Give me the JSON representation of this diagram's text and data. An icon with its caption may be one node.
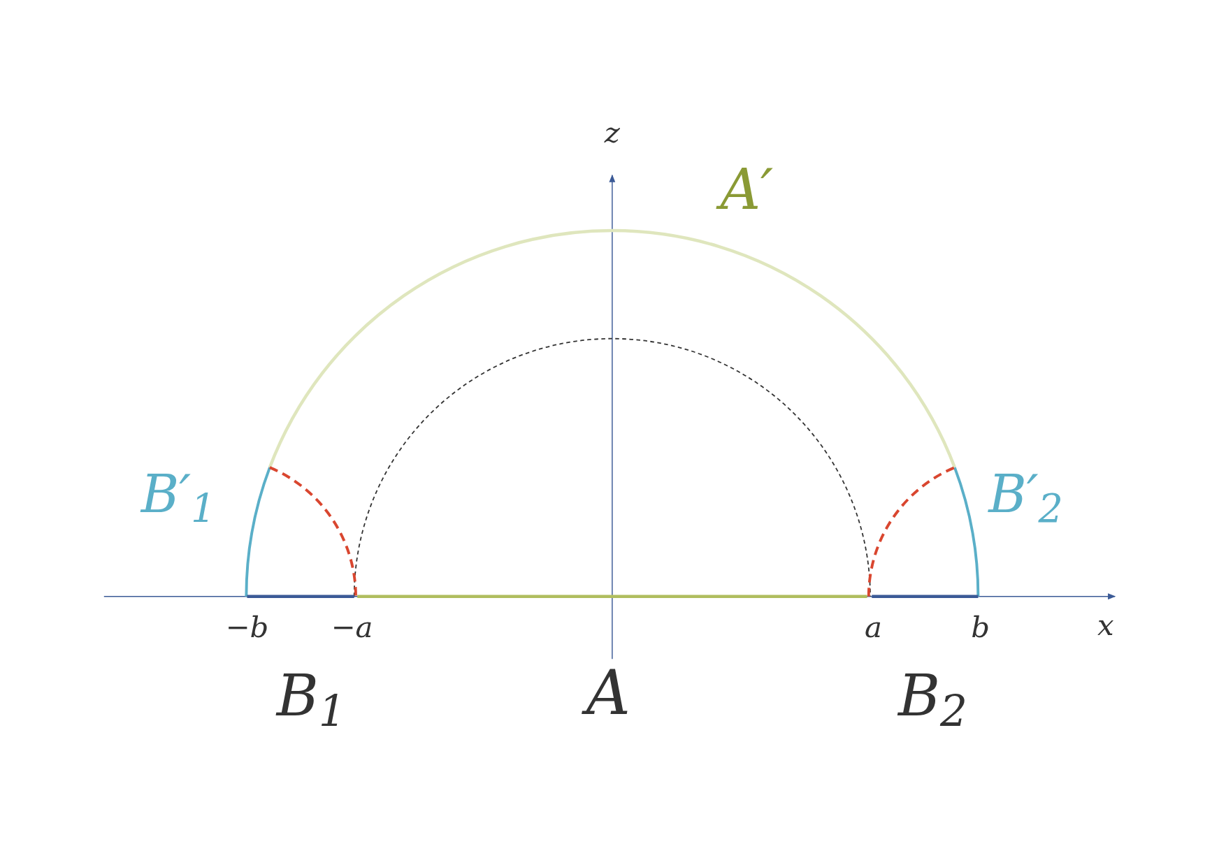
{
  "diagram": {
    "labels": [
      "z",
      "A′",
      "B′$_{1}$",
      "B′$_{2}$",
      "−b",
      "−a",
      "a",
      "b",
      "x",
      "B$_{1}$",
      "A",
      "B$_{2}$"
    ]
  }
}
